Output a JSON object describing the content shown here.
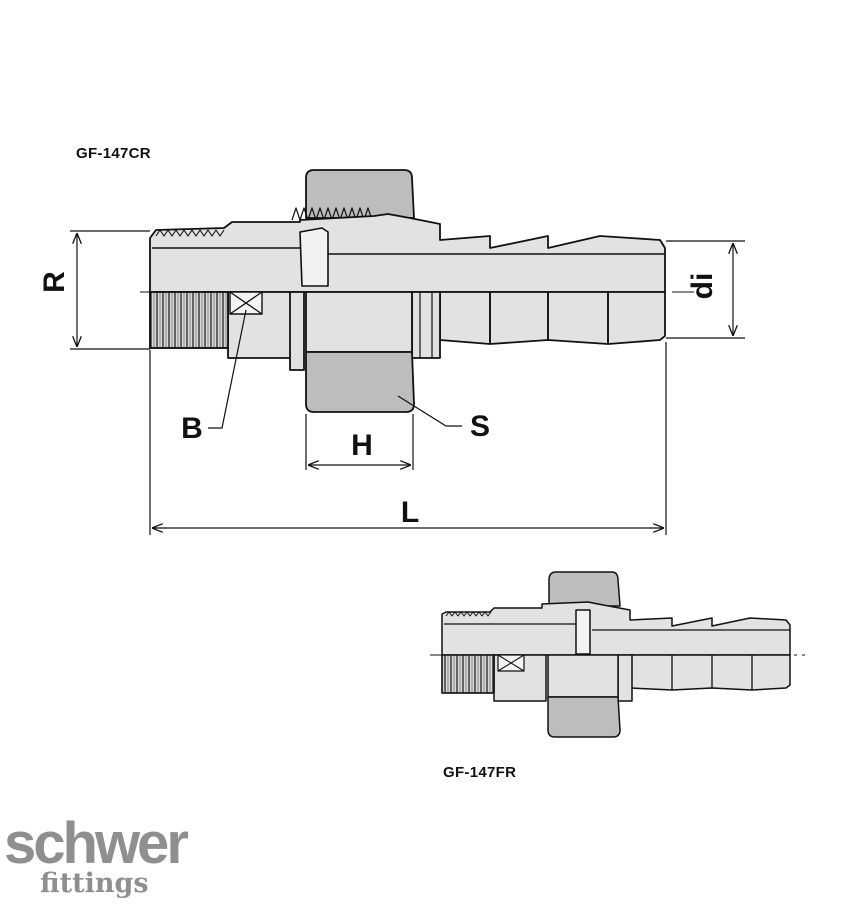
{
  "models": {
    "main": "GF-147CR",
    "secondary": "GF-147FR"
  },
  "dimensions": {
    "R": "R",
    "di": "di",
    "B": "B",
    "S": "S",
    "H": "H",
    "L": "L"
  },
  "logo": {
    "line1": "schwer",
    "line2": "fittings"
  },
  "colors": {
    "body_fill": "#e2e2e2",
    "nut_fill": "#bdbdbd",
    "outline": "#111111",
    "logo": "#8f8f8f"
  }
}
